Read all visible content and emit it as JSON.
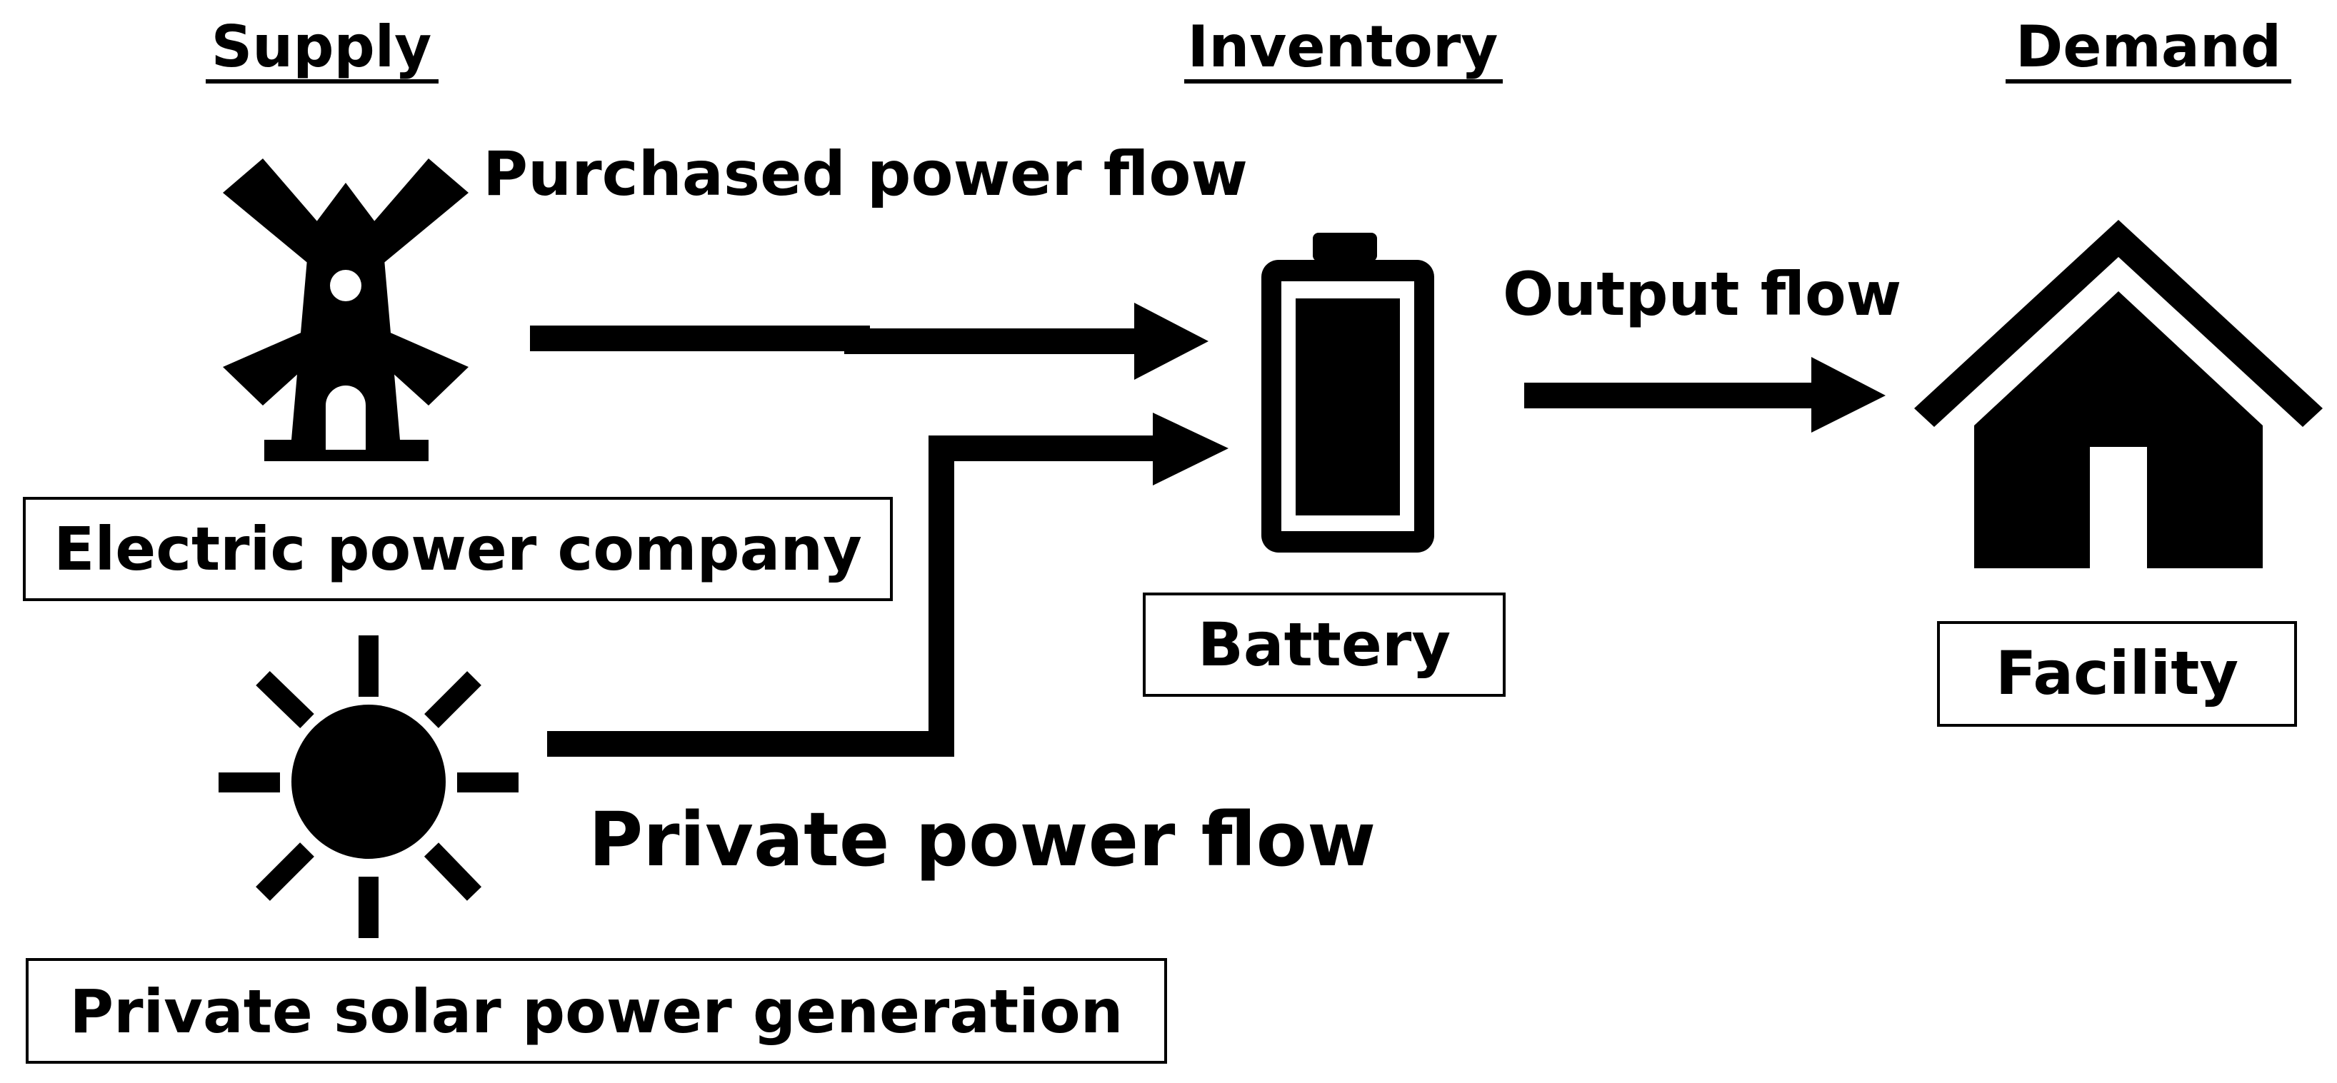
{
  "headers": {
    "supply": "Supply",
    "inventory": "Inventory",
    "demand": "Demand"
  },
  "flows": {
    "purchased": "Purchased power flow",
    "private": "Private power flow",
    "output": "Output flow"
  },
  "nodes": {
    "electric_company": {
      "label": "Electric power company",
      "icon": "windmill-icon"
    },
    "solar": {
      "label": "Private solar power generation",
      "icon": "sun-icon"
    },
    "battery": {
      "label": "Battery",
      "icon": "battery-icon"
    },
    "facility": {
      "label": "Facility",
      "icon": "house-icon"
    }
  },
  "colors": {
    "ink": "#000000",
    "background": "#ffffff"
  }
}
